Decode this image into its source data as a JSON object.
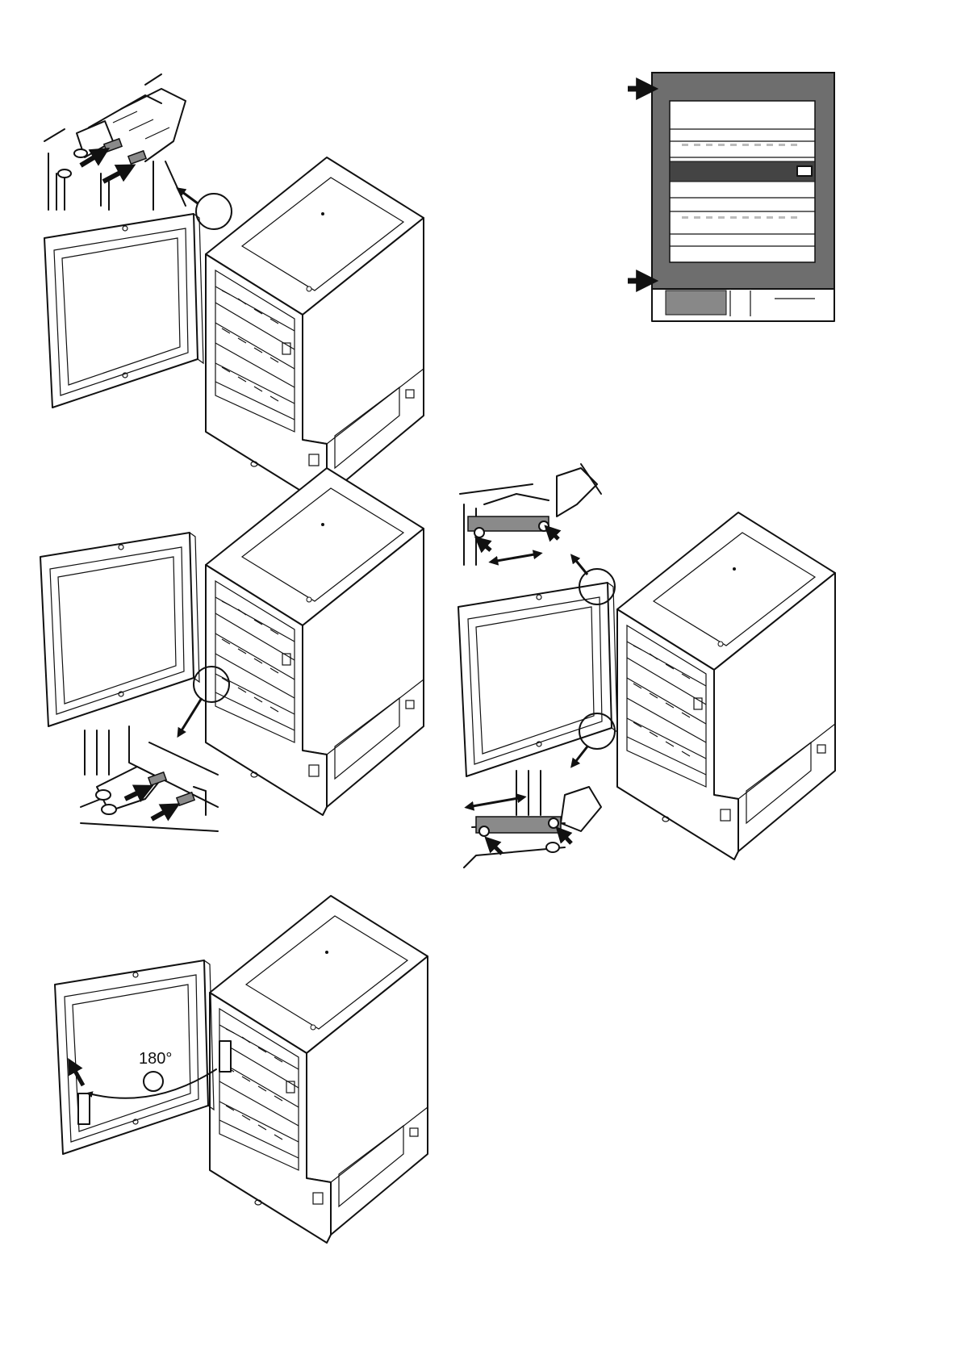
{
  "figures": [
    {
      "id": "fig-top-left",
      "description_label": ""
    },
    {
      "id": "fig-front-view"
    },
    {
      "id": "fig-middle-left"
    },
    {
      "id": "fig-middle-right"
    },
    {
      "id": "fig-bottom-left"
    }
  ],
  "labels": {
    "rotation_angle": "180°"
  },
  "colors": {
    "line": "#111111",
    "panel_grey": "#8a8a8a",
    "background": "#ffffff"
  }
}
